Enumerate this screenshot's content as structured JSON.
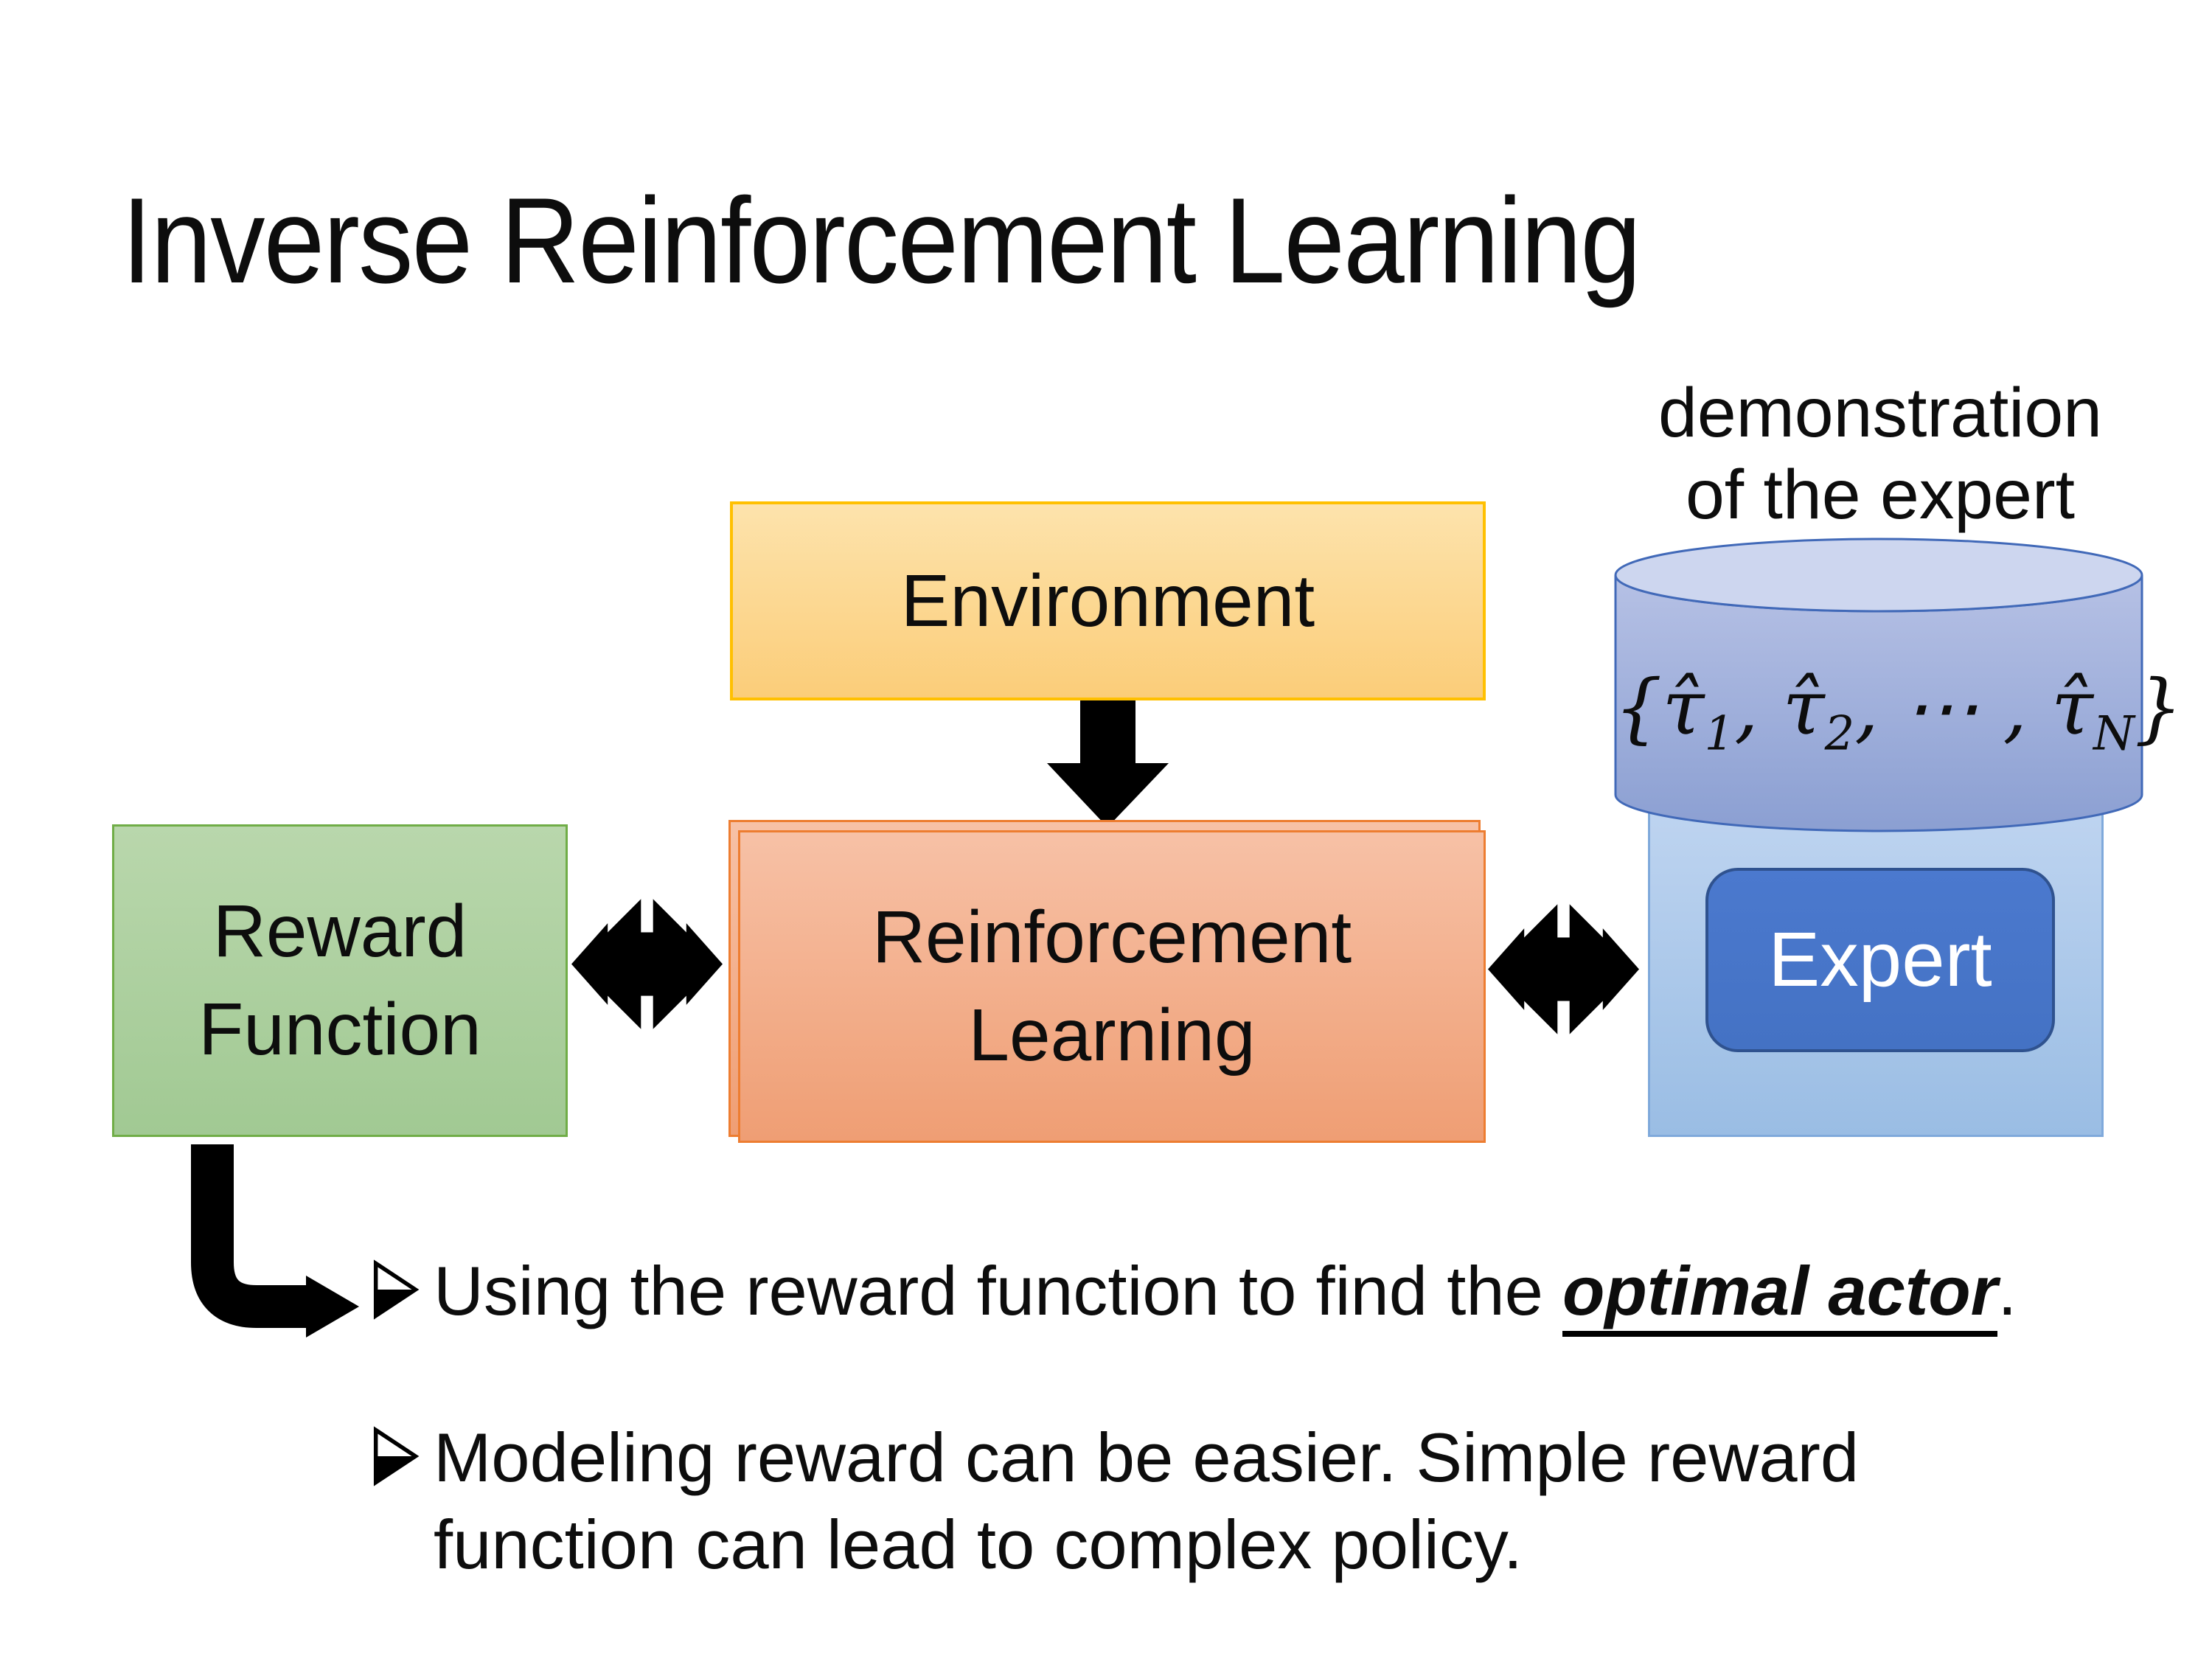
{
  "title": "Inverse Reinforcement Learning",
  "diagram": {
    "demonstration_label": "demonstration of the expert",
    "environment_box": "Environment",
    "reward_box": "Reward Function",
    "rl_box": "Reinforcement Learning",
    "expert_box": "Expert",
    "trajectory_set": {
      "open": "{",
      "tau1": "τ̂",
      "sub1": "1",
      "comma1": ", ",
      "tau2": "τ̂",
      "sub2": "2",
      "comma2": ", ⋯ , ",
      "tauN": "τ̂",
      "subN": "N",
      "close": "}"
    }
  },
  "bullets": {
    "marker_glyph": "➢",
    "item1": {
      "prefix": "Using the reward function to find the ",
      "emphasis": "optimal actor",
      "suffix": "."
    },
    "item2": {
      "line1": "Modeling reward can be easier. Simple reward",
      "line2": "function can lead to complex policy."
    }
  },
  "colors": {
    "env_border": "#FFC001",
    "env_fill_top": "#FDE3AC",
    "env_fill_bottom": "#FBCD79",
    "rl_border": "#ED7D31",
    "rl_fill_top": "#F7C1A6",
    "rl_fill_bottom": "#EF9E74",
    "reward_border": "#70AD47",
    "reward_fill_top": "#B9D7AC",
    "reward_fill_bottom": "#A1C993",
    "cyl_border": "#4169B8",
    "cyl_top_fill": "#CDD6EF",
    "cyl_body_top": "#B6C1E5",
    "cyl_body_bottom": "#8B9FD2",
    "panel_border": "#7FA9DB",
    "panel_fill_top": "#BED4F0",
    "panel_fill_bottom": "#9ABDE4",
    "expert_border": "#2F528F",
    "expert_fill_top": "#4B79CE",
    "expert_fill_bottom": "#4472C4",
    "arrow_black": "#000000"
  }
}
